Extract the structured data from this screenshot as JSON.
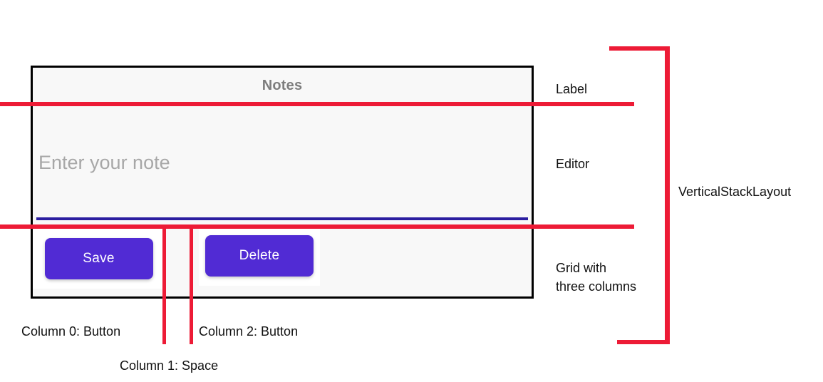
{
  "app": {
    "label": {
      "title": "Notes"
    },
    "editor": {
      "placeholder": "Enter your note",
      "value": ""
    },
    "grid": {
      "columns": [
        {
          "index": 0,
          "type": "Button",
          "label": "Save"
        },
        {
          "index": 1,
          "type": "Space",
          "label": ""
        },
        {
          "index": 2,
          "type": "Button",
          "label": "Delete"
        }
      ]
    }
  },
  "annotations": {
    "label": "Label",
    "editor": "Editor",
    "grid": "Grid with\nthree columns",
    "outer_layout": "VerticalStackLayout",
    "column_0": "Column 0: Button",
    "column_1": "Column 1: Space",
    "column_2": "Column 2: Button"
  },
  "colors": {
    "annotation_red": "#ed1b36",
    "button_purple": "#512bd4",
    "editor_underline": "#2b1ea0",
    "title_gray": "#7d7d7d",
    "placeholder_gray": "#a7a7a7",
    "frame_border": "#000000",
    "frame_background": "#f8f8f8"
  }
}
